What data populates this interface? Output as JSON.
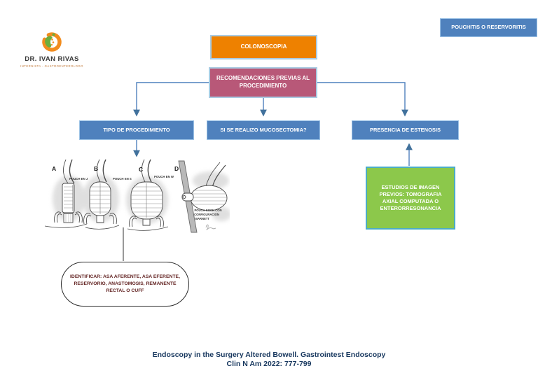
{
  "header": {
    "title_box": "POUCHITIS O RESERVORITIS"
  },
  "logo": {
    "name": "DR. IVAN RIVAS",
    "subtitle": "INTERNISTA - GASTROENTEROLOGO"
  },
  "flowchart": {
    "colonoscopia": "COLONOSCOPIA",
    "recomendaciones": "RECOMENDACIONES PREVIAS AL PROCEDIMIENTO",
    "tipo_procedimiento": "TIPO DE PROCEDIMIENTO",
    "mucosectomia": "SI SE REALIZO MUCOSECTOMIA?",
    "estenosis": "PRESENCIA DE ESTENOSIS",
    "estudios_imagen": "ESTUDIOS DE IMAGEN PREVIOS: TOMOGRAFIA AXIAL COMPUTADA O ENTERORRESONANCIA",
    "identificar": "IDENTIFICAR: ASA AFERENTE, ASA EFERENTE, RESERVORIO,  ANASTOMOSIS, REMANENTE RECTAL O CUFF",
    "colors": {
      "orange": "#EE8100",
      "pink": "#B85878",
      "blue": "#4F81BD",
      "green": "#8CC84B",
      "connector": "#4F81BD",
      "border_light_blue": "#9DC3E6",
      "green_border": "#4BACC6",
      "identificar_text": "#632423",
      "citation_text": "#17375E"
    }
  },
  "illustration": {
    "panels": [
      {
        "letter": "A",
        "label": "POUCH EN J"
      },
      {
        "letter": "B",
        "label": "POUCH EN S"
      },
      {
        "letter": "C",
        "label": "POUCH EN W"
      },
      {
        "letter": "D",
        "label_line1": "POUCH KOCK CON",
        "label_line2": "CONFIGURACION",
        "label_line3": "BARNETT"
      }
    ]
  },
  "citation": {
    "line1": "Endoscopy in the Surgery Altered  Bowell. Gastrointest  Endoscopy",
    "line2": "Clin N Am  2022: 777-799"
  }
}
